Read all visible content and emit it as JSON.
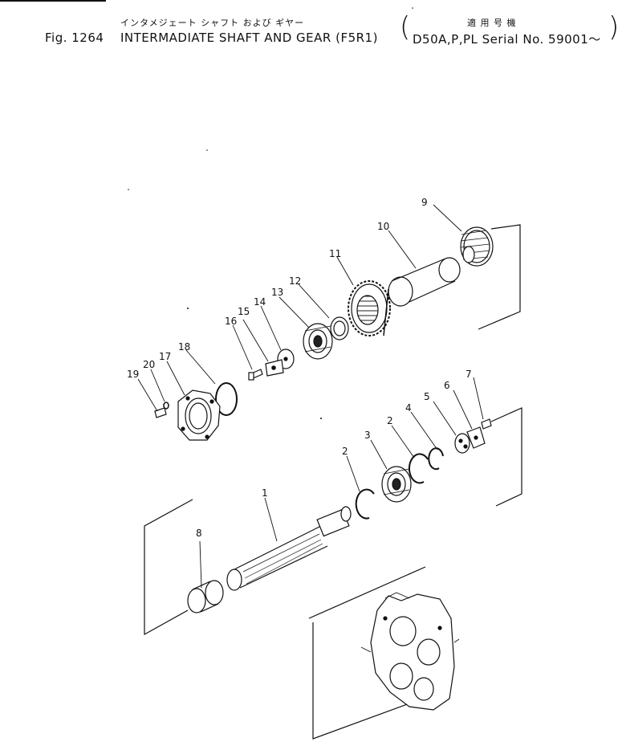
{
  "header": {
    "japanese_title": "インタメジェート シャフト および ギヤー",
    "japanese_applicable": "適 用 号 機",
    "figure_label": "Fig. 1264",
    "title": "INTERMADIATE SHAFT AND GEAR (F5R1)",
    "serial": "D50A,P,PL Serial No. 59001～",
    "paren_open": "(",
    "paren_close": ")"
  },
  "callouts": {
    "p1": "1",
    "p2a": "2",
    "p2b": "2",
    "p3": "3",
    "p4": "4",
    "p5": "5",
    "p6": "6",
    "p7": "7",
    "p8": "8",
    "p9": "9",
    "p10": "10",
    "p11": "11",
    "p12": "12",
    "p13": "13",
    "p14": "14",
    "p15": "15",
    "p16": "16",
    "p17": "17",
    "p18": "18",
    "p19": "19",
    "p20": "20"
  }
}
